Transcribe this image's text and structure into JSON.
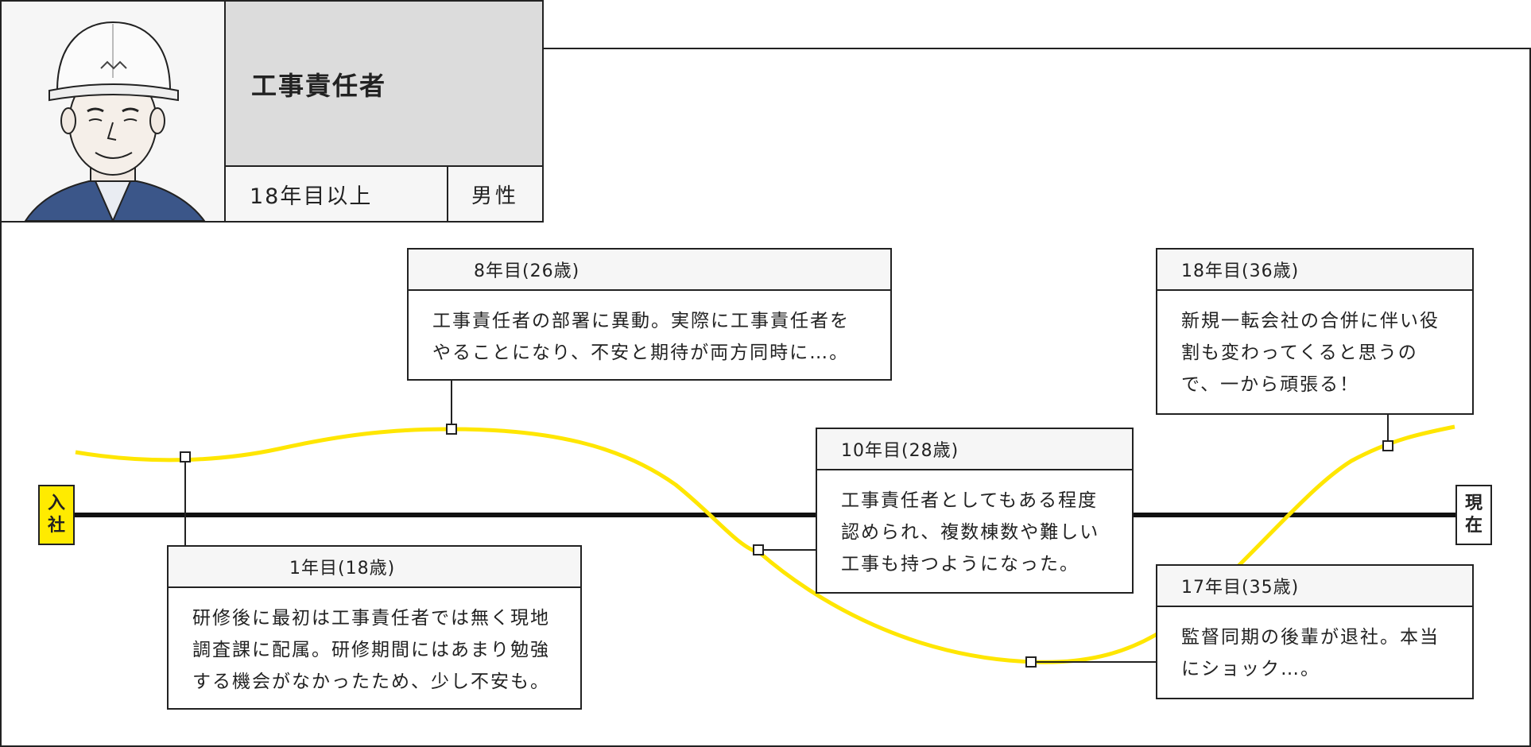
{
  "profile": {
    "role": "工事責任者",
    "years": "18年目以上",
    "gender": "男性"
  },
  "timeline": {
    "start_label": [
      "入",
      "社"
    ],
    "end_label": [
      "現",
      "在"
    ],
    "colors": {
      "curve": "#ffe600",
      "axis": "#111111"
    }
  },
  "events": [
    {
      "header": "1年目(18歳)",
      "lines": [
        "研修後に最初は工事責任者では無く現地",
        "調査課に配属。研修期間にはあまり勉強",
        "する機会がなかったため、少し不安も。"
      ]
    },
    {
      "header": "8年目(26歳)",
      "lines": [
        "工事責任者の部署に異動。実際に工事責任者を",
        "やることになり、不安と期待が両方同時に…。"
      ]
    },
    {
      "header": "10年目(28歳)",
      "lines": [
        "工事責任者としてもある程度",
        "認められ、複数棟数や難しい",
        "工事も持つようになった。"
      ]
    },
    {
      "header": "17年目(35歳)",
      "lines": [
        "監督同期の後輩が退社。本当",
        "にショック…。"
      ]
    },
    {
      "header": "18年目(36歳)",
      "lines": [
        "新規一転会社の合併に伴い役",
        "割も変わってくると思うの",
        "で、一から頑張る！"
      ]
    }
  ]
}
